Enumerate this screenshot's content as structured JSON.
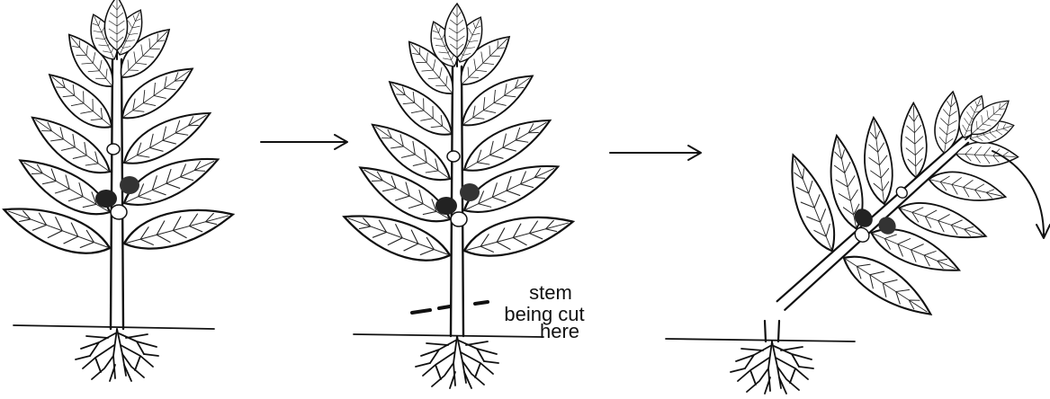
{
  "annotation": {
    "line1": "stem",
    "line2": "being cut",
    "line3": "here"
  }
}
